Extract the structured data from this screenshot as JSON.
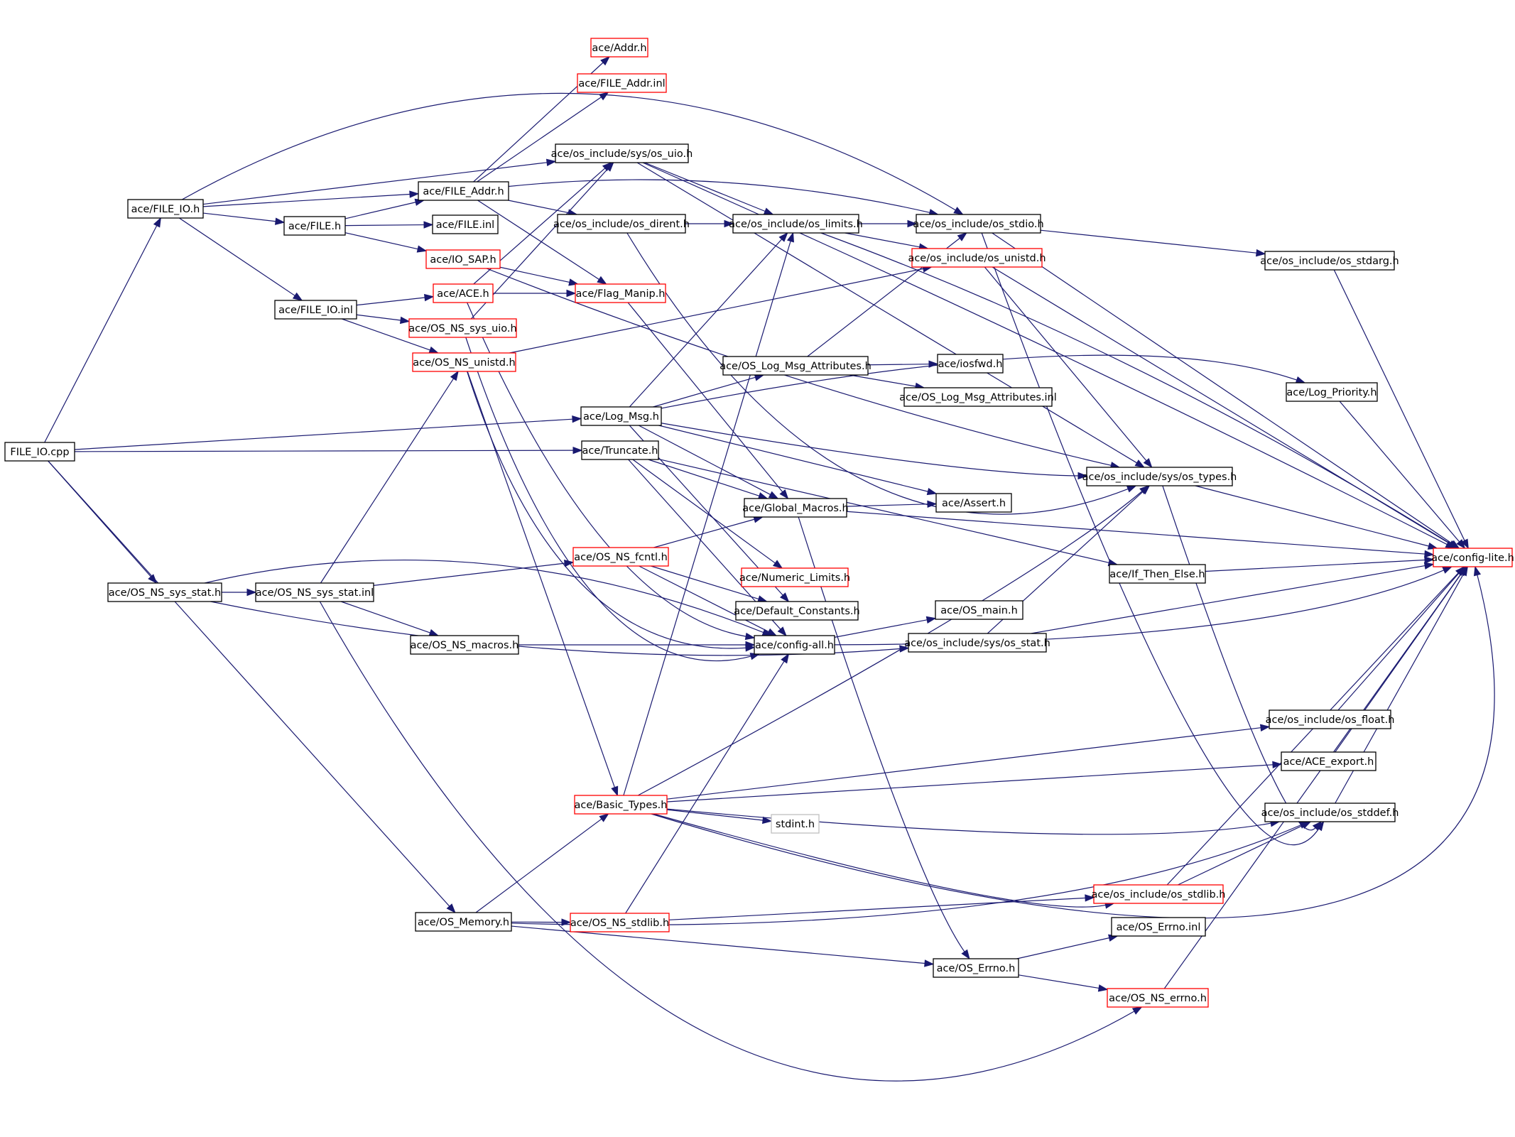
{
  "colors": {
    "edge": "#191970",
    "border_default": "#000000",
    "border_incomplete": "#ff0000",
    "border_external": "#bfbfbf",
    "root_fill": "#bfbfbf"
  },
  "nodes": [
    {
      "id": "file_io_cpp",
      "label": "FILE_IO.cpp",
      "style": "root"
    },
    {
      "id": "file_io_h",
      "label": "ace/FILE_IO.h",
      "style": "normal"
    },
    {
      "id": "file_io_inl",
      "label": "ace/FILE_IO.inl",
      "style": "normal"
    },
    {
      "id": "file_h",
      "label": "ace/FILE.h",
      "style": "normal"
    },
    {
      "id": "file_addr_h",
      "label": "ace/FILE_Addr.h",
      "style": "normal"
    },
    {
      "id": "addr_h",
      "label": "ace/Addr.h",
      "style": "red"
    },
    {
      "id": "file_addr_inl",
      "label": "ace/FILE_Addr.inl",
      "style": "red"
    },
    {
      "id": "os_uio_h",
      "label": "ace/os_include/sys/os_uio.h",
      "style": "normal"
    },
    {
      "id": "file_inl",
      "label": "ace/FILE.inl",
      "style": "normal"
    },
    {
      "id": "os_dirent_h",
      "label": "ace/os_include/os_dirent.h",
      "style": "normal"
    },
    {
      "id": "io_sap_h",
      "label": "ace/IO_SAP.h",
      "style": "red"
    },
    {
      "id": "ace_h",
      "label": "ace/ACE.h",
      "style": "red"
    },
    {
      "id": "flag_manip_h",
      "label": "ace/Flag_Manip.h",
      "style": "red"
    },
    {
      "id": "os_ns_sys_uio_h",
      "label": "ace/OS_NS_sys_uio.h",
      "style": "red"
    },
    {
      "id": "os_ns_unistd_h",
      "label": "ace/OS_NS_unistd.h",
      "style": "red"
    },
    {
      "id": "os_limits_h",
      "label": "ace/os_include/os_limits.h",
      "style": "normal"
    },
    {
      "id": "os_stdio_h",
      "label": "ace/os_include/os_stdio.h",
      "style": "normal"
    },
    {
      "id": "os_unistd_h",
      "label": "ace/os_include/os_unistd.h",
      "style": "red"
    },
    {
      "id": "os_stdarg_h",
      "label": "ace/os_include/os_stdarg.h",
      "style": "normal"
    },
    {
      "id": "os_log_msg_attr_h",
      "label": "ace/OS_Log_Msg_Attributes.h",
      "style": "normal"
    },
    {
      "id": "iosfwd_h",
      "label": "ace/iosfwd.h",
      "style": "normal"
    },
    {
      "id": "os_log_msg_attr_inl",
      "label": "ace/OS_Log_Msg_Attributes.inl",
      "style": "normal"
    },
    {
      "id": "log_priority_h",
      "label": "ace/Log_Priority.h",
      "style": "normal"
    },
    {
      "id": "log_msg_h",
      "label": "ace/Log_Msg.h",
      "style": "normal"
    },
    {
      "id": "truncate_h",
      "label": "ace/Truncate.h",
      "style": "normal"
    },
    {
      "id": "os_sys_types_h",
      "label": "ace/os_include/sys/os_types.h",
      "style": "normal"
    },
    {
      "id": "global_macros_h",
      "label": "ace/Global_Macros.h",
      "style": "normal"
    },
    {
      "id": "assert_h",
      "label": "ace/Assert.h",
      "style": "normal"
    },
    {
      "id": "config_lite_h",
      "label": "ace/config-lite.h",
      "style": "red"
    },
    {
      "id": "os_ns_fcntl_h",
      "label": "ace/OS_NS_fcntl.h",
      "style": "red"
    },
    {
      "id": "numeric_limits_h",
      "label": "ace/Numeric_Limits.h",
      "style": "red"
    },
    {
      "id": "if_then_else_h",
      "label": "ace/If_Then_Else.h",
      "style": "normal"
    },
    {
      "id": "os_ns_sys_stat_h",
      "label": "ace/OS_NS_sys_stat.h",
      "style": "normal"
    },
    {
      "id": "os_ns_sys_stat_inl",
      "label": "ace/OS_NS_sys_stat.inl",
      "style": "normal"
    },
    {
      "id": "default_constants_h",
      "label": "ace/Default_Constants.h",
      "style": "normal"
    },
    {
      "id": "os_main_h",
      "label": "ace/OS_main.h",
      "style": "normal"
    },
    {
      "id": "os_ns_macros_h",
      "label": "ace/OS_NS_macros.h",
      "style": "normal"
    },
    {
      "id": "config_all_h",
      "label": "ace/config-all.h",
      "style": "normal"
    },
    {
      "id": "os_sys_stat_h",
      "label": "ace/os_include/sys/os_stat.h",
      "style": "normal"
    },
    {
      "id": "os_float_h",
      "label": "ace/os_include/os_float.h",
      "style": "normal"
    },
    {
      "id": "ace_export_h",
      "label": "ace/ACE_export.h",
      "style": "normal"
    },
    {
      "id": "basic_types_h",
      "label": "ace/Basic_Types.h",
      "style": "red"
    },
    {
      "id": "stdint_h",
      "label": "stdint.h",
      "style": "external"
    },
    {
      "id": "os_stddef_h",
      "label": "ace/os_include/os_stddef.h",
      "style": "normal"
    },
    {
      "id": "os_stdlib_h",
      "label": "ace/os_include/os_stdlib.h",
      "style": "red"
    },
    {
      "id": "os_memory_h",
      "label": "ace/OS_Memory.h",
      "style": "normal"
    },
    {
      "id": "os_ns_stdlib_h",
      "label": "ace/OS_NS_stdlib.h",
      "style": "red"
    },
    {
      "id": "os_errno_inl",
      "label": "ace/OS_Errno.inl",
      "style": "normal"
    },
    {
      "id": "os_errno_h",
      "label": "ace/OS_Errno.h",
      "style": "normal"
    },
    {
      "id": "os_ns_errno_h",
      "label": "ace/OS_NS_errno.h",
      "style": "red"
    }
  ]
}
